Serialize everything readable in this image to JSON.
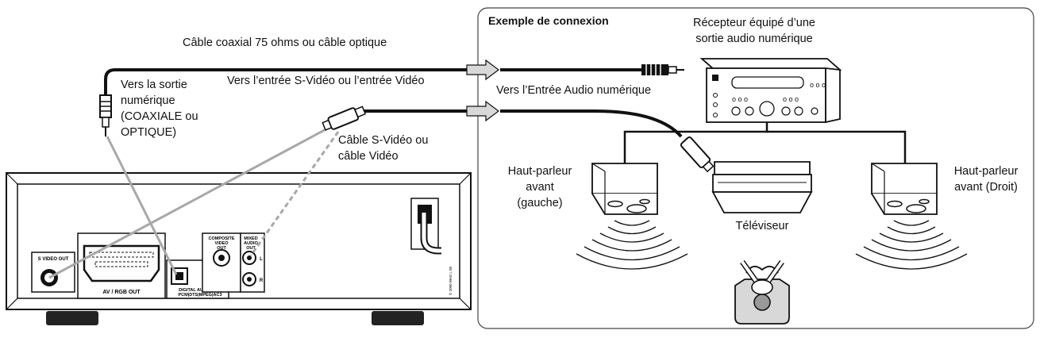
{
  "panel": {
    "title": "Exemple de connexion"
  },
  "labels": {
    "coax_cable": "Câble coaxial 75 ohms ou câble optique",
    "to_digital_out": [
      "Vers la sortie",
      "numérique",
      "(COAXIALE ou",
      "OPTIQUE)"
    ],
    "to_svideo_input": "Vers l’entrée S-Vidéo ou l’entrée Vidéo",
    "to_digital_audio_input": "Vers l’Entrée Audio numérique",
    "svideo_cable": [
      "Câble S-Vidéo ou",
      "câble Vidéo"
    ],
    "receiver": [
      "Récepteur équipé d’une",
      "sortie audio numérique"
    ],
    "speaker_left": [
      "Haut-parleur",
      "avant",
      "(gauche)"
    ],
    "speaker_right": [
      "Haut-parleur",
      "avant (Droit)"
    ],
    "tv": "Téléviseur"
  },
  "player_panel": {
    "s_video_out": "S VIDEO OUT",
    "av_rgb_out": "AV / RGB OUT",
    "composite_video_out": [
      "COMPOSITE",
      "VIDEO",
      "OUT"
    ],
    "mixed_audio_out": [
      "MIXED",
      "AUDIO",
      "OUT"
    ],
    "channel_l": "L",
    "channel_r": "R",
    "digital_audio_out": [
      "DIGITAL AUDIO OUT",
      "PCM|DTS|MPEG|AC3"
    ]
  },
  "side_code": "© 2000 WAD L 08",
  "colors": {
    "line": "#111111",
    "grey_cable": "#a8a8a8",
    "arrow_fill": "#d8d8d8",
    "panel_border": "#444444"
  }
}
